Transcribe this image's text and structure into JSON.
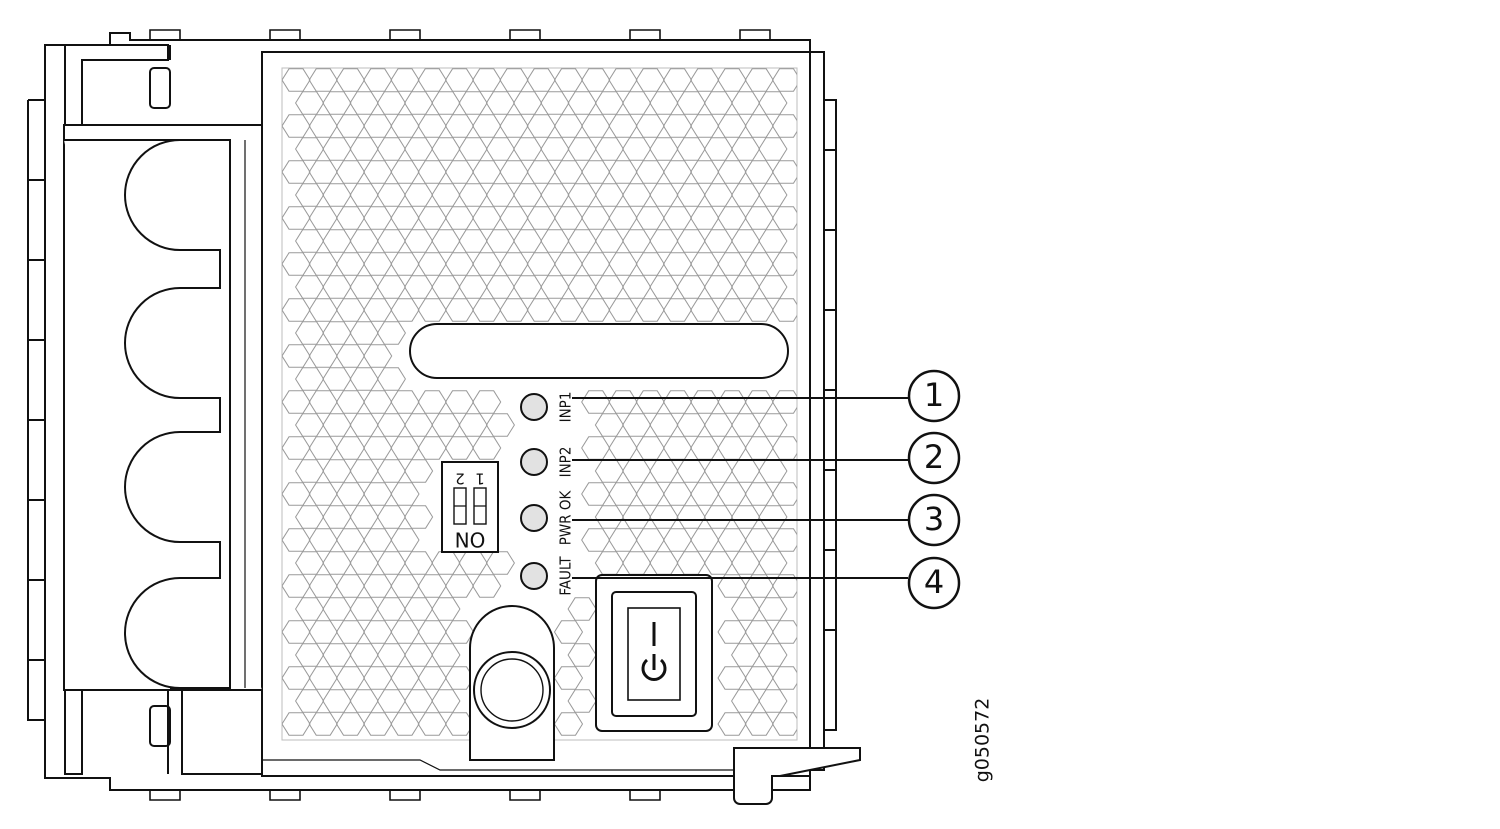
{
  "leds": {
    "inp1": "INP1",
    "inp2": "INP2",
    "pwr_ok": "PWR OK",
    "fault": "FAULT"
  },
  "callouts": [
    "1",
    "2",
    "3",
    "4"
  ],
  "dip_switch": {
    "on_label": "ON",
    "switch_1": "1",
    "switch_2": "2"
  },
  "figure_id": "g050572",
  "colors": {
    "stroke": "#111111",
    "led_fill": "#e2e2e2",
    "hex_stroke": "#9a9a9a",
    "background": "#ffffff"
  }
}
